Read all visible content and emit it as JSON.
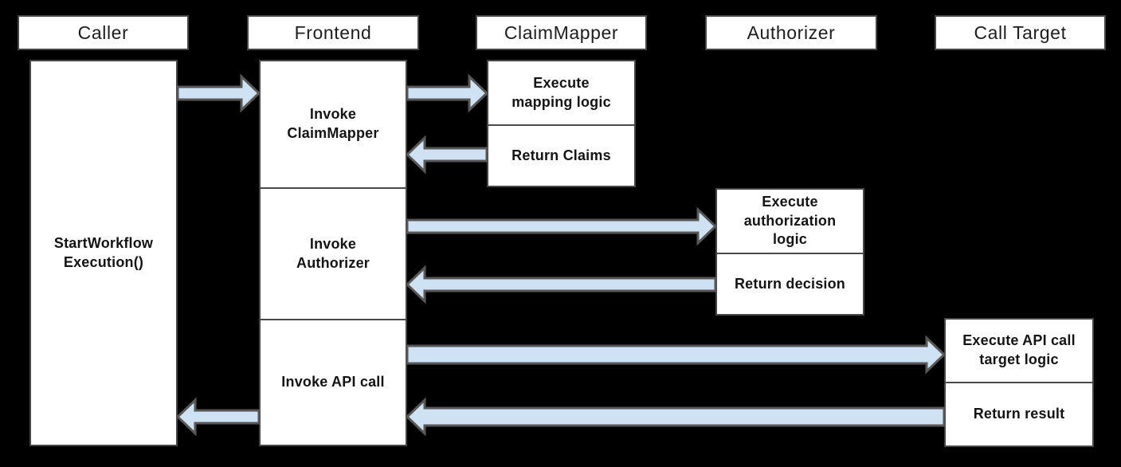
{
  "colors": {
    "background": "#000000",
    "box_background": "#ffffff",
    "box_border": "#464646",
    "divider": "#4a4a4a",
    "arrow_fill": "#cfe2f3",
    "arrow_stroke": "#575757",
    "text": "#141414"
  },
  "lifelines": [
    {
      "id": "caller",
      "label": "Caller"
    },
    {
      "id": "frontend",
      "label": "Frontend"
    },
    {
      "id": "claimmapper",
      "label": "ClaimMapper"
    },
    {
      "id": "authorizer",
      "label": "Authorizer"
    },
    {
      "id": "call_target",
      "label": "Call Target"
    }
  ],
  "activations": {
    "caller": {
      "label": "StartWorkflow\nExecution()"
    },
    "frontend": {
      "sections": [
        {
          "label": "Invoke\nClaimMapper"
        },
        {
          "label": "Invoke\nAuthorizer"
        },
        {
          "label": "Invoke API call"
        }
      ]
    },
    "claimmapper": {
      "sections": [
        {
          "label": "Execute\nmapping logic"
        },
        {
          "label": "Return Claims"
        }
      ]
    },
    "authorizer": {
      "sections": [
        {
          "label": "Execute\nauthorization\nlogic"
        },
        {
          "label": "Return decision"
        }
      ]
    },
    "call_target": {
      "sections": [
        {
          "label": "Execute API call\ntarget logic"
        },
        {
          "label": "Return result"
        }
      ]
    }
  },
  "arrows": [
    {
      "name": "caller-to-frontend",
      "from": "Caller",
      "to": "Frontend",
      "direction": "right"
    },
    {
      "name": "frontend-to-claimmapper",
      "from": "Frontend",
      "to": "ClaimMapper",
      "direction": "right"
    },
    {
      "name": "claimmapper-to-frontend",
      "from": "ClaimMapper",
      "to": "Frontend",
      "direction": "left"
    },
    {
      "name": "frontend-to-authorizer",
      "from": "Frontend",
      "to": "Authorizer",
      "direction": "right"
    },
    {
      "name": "authorizer-to-frontend",
      "from": "Authorizer",
      "to": "Frontend",
      "direction": "left"
    },
    {
      "name": "frontend-to-calltarget",
      "from": "Frontend",
      "to": "Call Target",
      "direction": "right"
    },
    {
      "name": "calltarget-to-frontend",
      "from": "Call Target",
      "to": "Frontend",
      "direction": "left"
    },
    {
      "name": "frontend-to-caller",
      "from": "Frontend",
      "to": "Caller",
      "direction": "left"
    }
  ]
}
